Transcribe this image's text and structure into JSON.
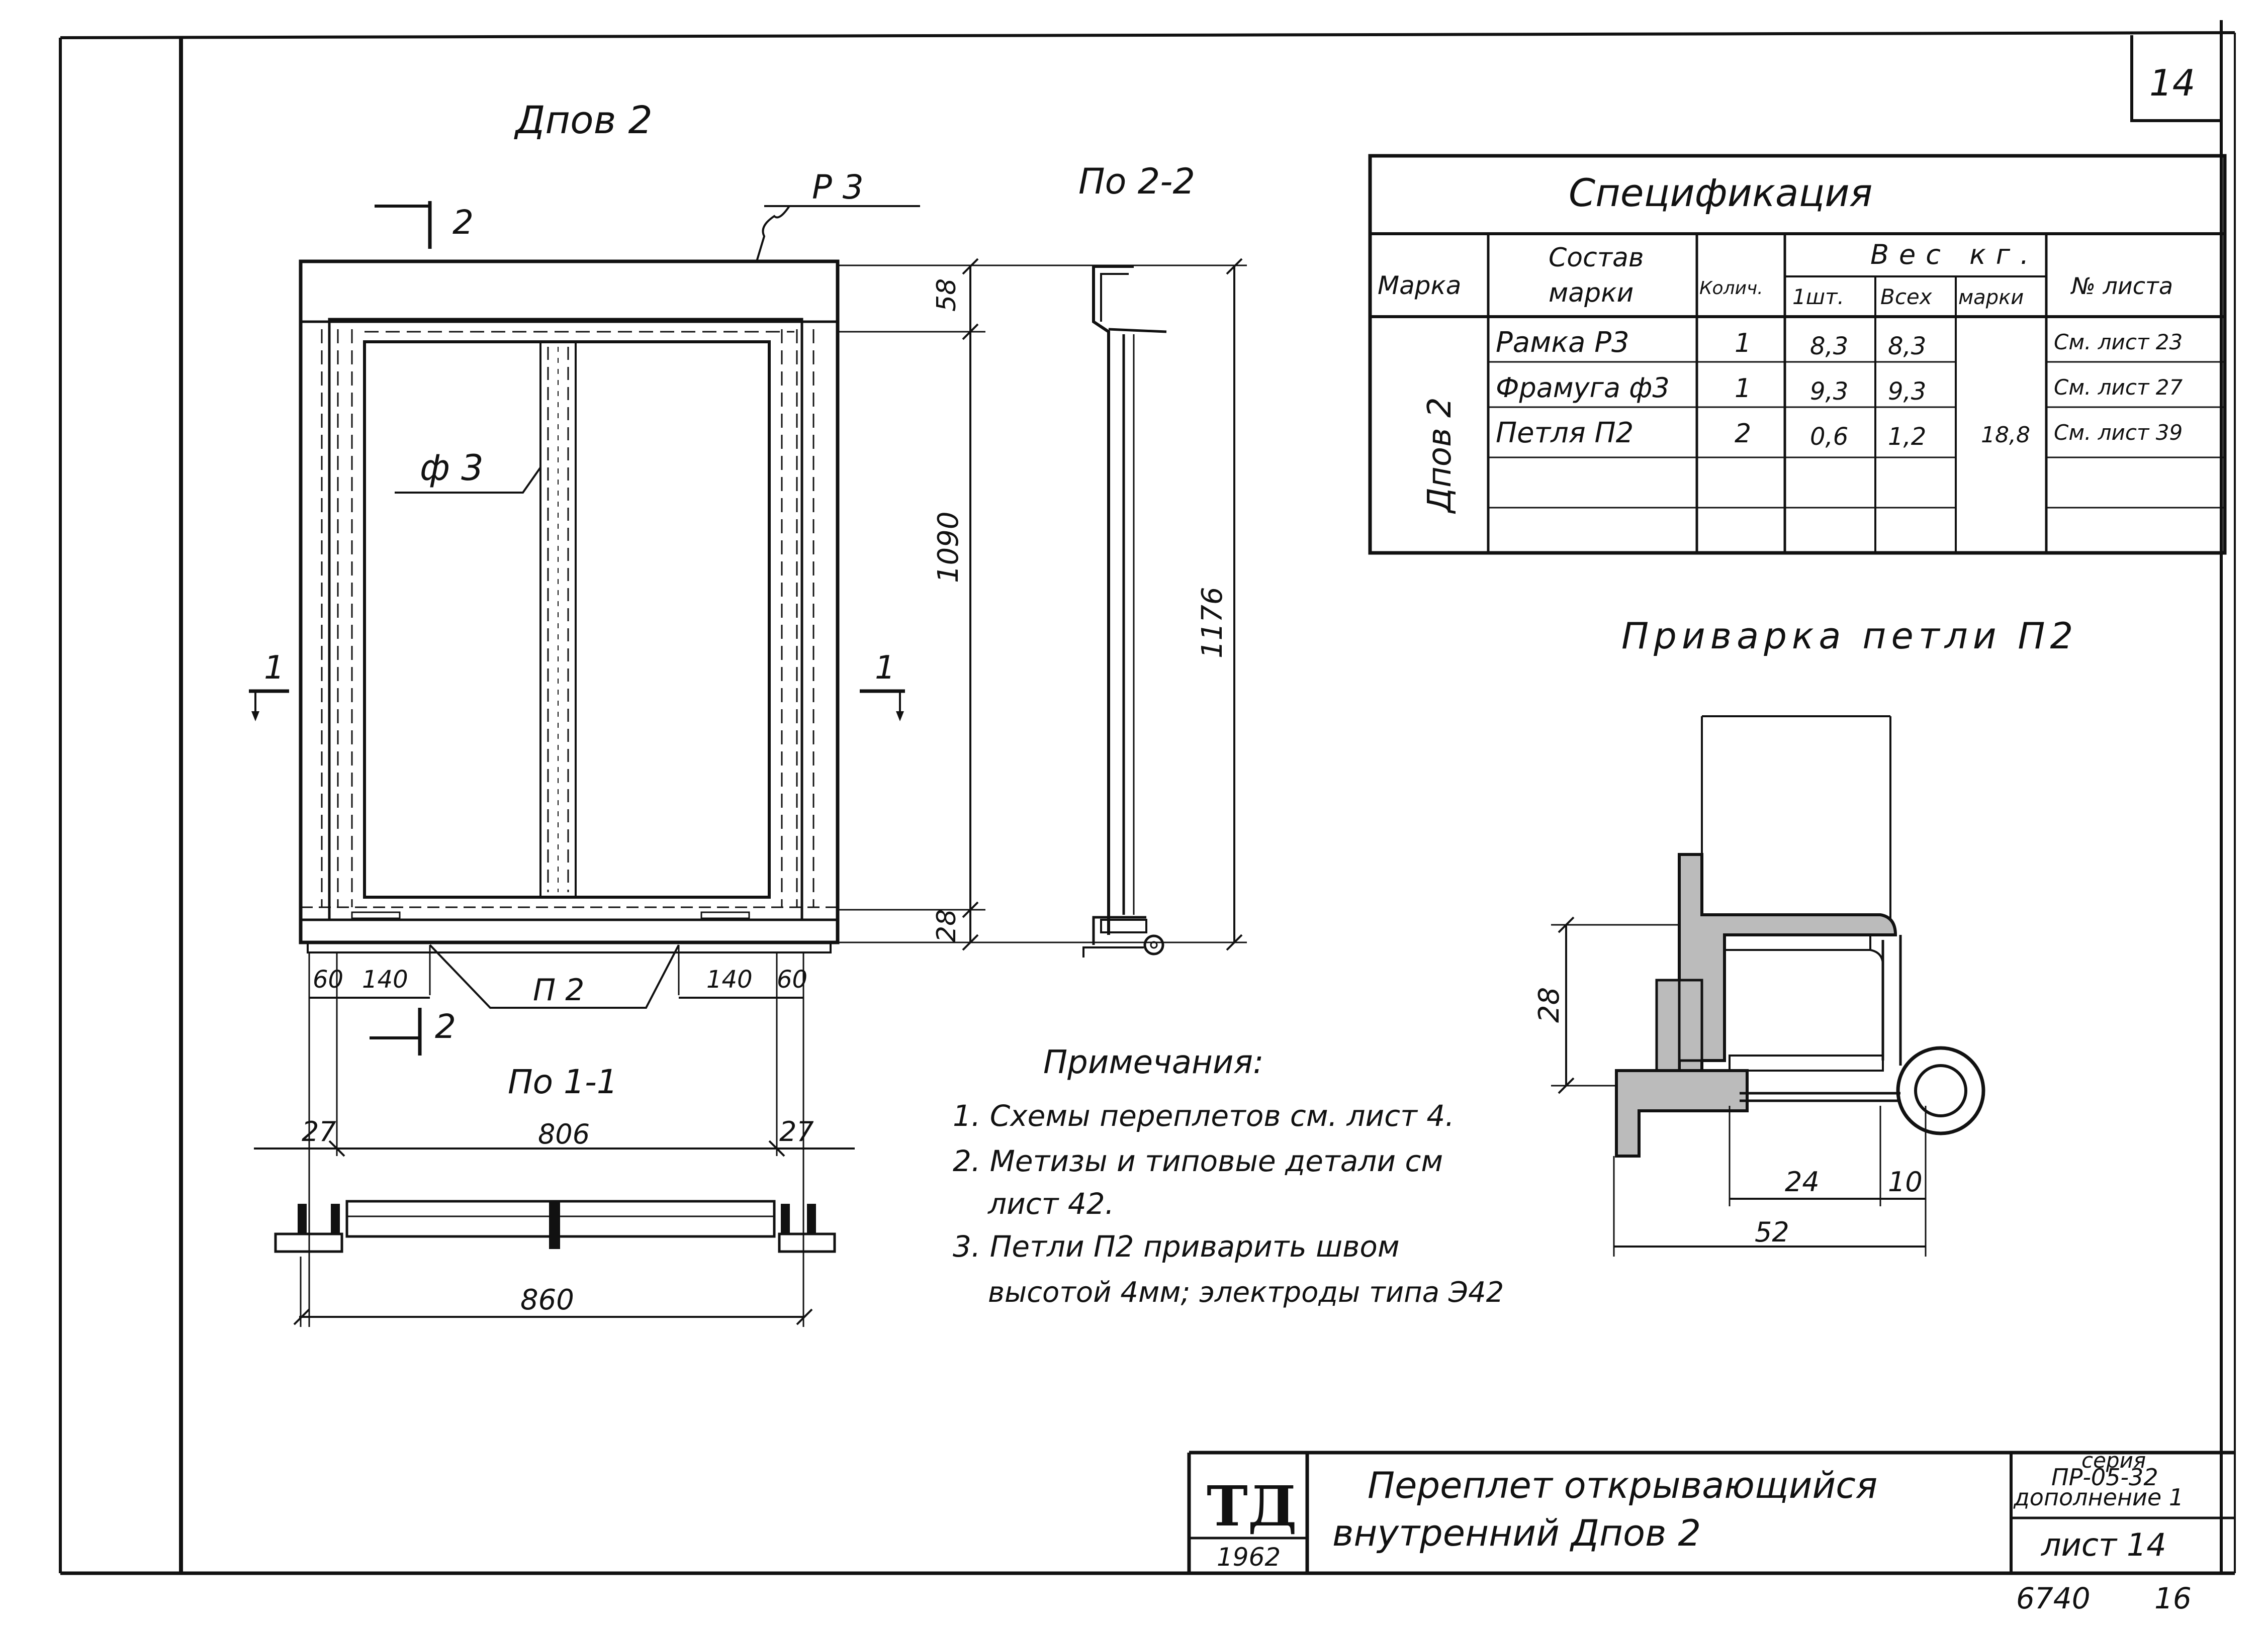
{
  "sheet_number": "14",
  "mark_title": "Дпов 2",
  "labels": {
    "frame_p3": "Р 3",
    "transom_f3": "ф 3",
    "hinge_p2": "П 2",
    "cut2_top": "2",
    "cut2_bottom": "2",
    "cut1_left": "1",
    "cut1_right": "1"
  },
  "dims": {
    "d58": "58",
    "d1090": "1090",
    "d28": "28",
    "d1176": "1176",
    "d60_left": "60",
    "d140_left": "140",
    "d140_right": "140",
    "d60_right": "60",
    "d27_left": "27",
    "d806": "806",
    "d27_right": "27",
    "d860": "860"
  },
  "section_2_2": {
    "title": "По 2-2"
  },
  "section_1_1": {
    "title": "По 1-1"
  },
  "weld_detail": {
    "title": "Приварка петли П2",
    "dim_28": "28",
    "dim_24": "24",
    "dim_10": "10",
    "dim_52": "52"
  },
  "spec": {
    "title": "Спецификация",
    "headers": {
      "mark": "Марка",
      "composition_1": "Состав",
      "composition_2": "марки",
      "qty": "Колич.",
      "weight": "Вес кг.",
      "w_one": "1шт.",
      "w_all": "Всех",
      "w_mark": "марки",
      "sheet_no": "№ листа"
    },
    "mark_value": "Дпов 2",
    "total_mark_weight": "18,8",
    "rows": [
      {
        "name": "Рамка Р3",
        "qty": "1",
        "w_one": "8,3",
        "w_all": "8,3",
        "sheet": "См. лист 23"
      },
      {
        "name": "Фрамуга ф3",
        "qty": "1",
        "w_one": "9,3",
        "w_all": "9,3",
        "sheet": "См. лист 27"
      },
      {
        "name": "Петля П2",
        "qty": "2",
        "w_one": "0,6",
        "w_all": "1,2",
        "sheet": "См. лист 39"
      }
    ]
  },
  "notes": {
    "title": "Примечания:",
    "items": [
      "1. Схемы переплетов см. лист 4.",
      "2. Метизы и типовые детали см",
      "лист 42.",
      "3. Петли П2 приварить швом",
      "высотой 4мм; электроды типа Э42"
    ]
  },
  "title_block": {
    "logo": "ТД",
    "year": "1962",
    "name_1": "Переплет открывающийся",
    "name_2": "внутренний Дпов 2",
    "series_1": "серия",
    "series_2": "ПР-05-32",
    "series_3": "дополнение 1",
    "sheet": "лист 14"
  },
  "footer": {
    "left": "6740",
    "right": "16"
  }
}
